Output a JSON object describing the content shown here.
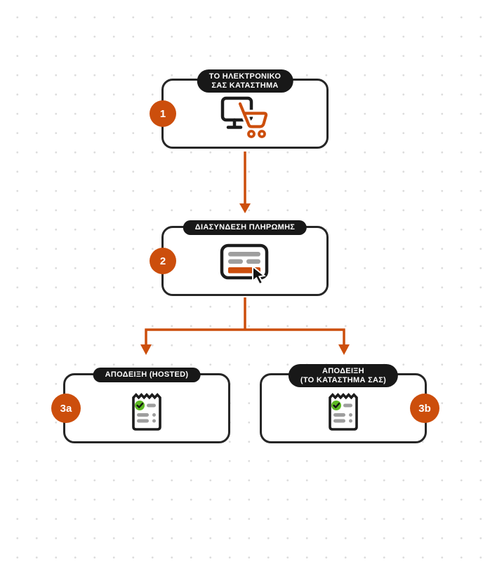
{
  "diagram": {
    "colors": {
      "accent_orange": "#CC4E0C",
      "node_border": "#262626",
      "label_pill_bg": "#181818",
      "label_text": "#FFFFFF",
      "success_green": "#5CB823",
      "bar_gray": "#9E9E9E",
      "grid_dot": "#DCDCDC"
    },
    "nodes": {
      "store": {
        "step": "1",
        "label_line1": "ΤΟ ΗΛΕΚΤΡΟΝΙΚΟ",
        "label_line2": "ΣΑΣ ΚΑΤΑΣΤΗΜΑ",
        "icon": "monitor-shopping-cart-icon"
      },
      "payment": {
        "step": "2",
        "label_line1": "ΔΙΑΣΥΝΔΕΣΗ ΠΛΗΡΩΜΗΣ",
        "icon": "payment-form-cursor-icon"
      },
      "receipt_hosted": {
        "step": "3a",
        "label_line1": "ΑΠΟΔΕΙΞΗ (HOSTED)",
        "icon": "receipt-check-icon"
      },
      "receipt_store": {
        "step": "3b",
        "label_line1": "ΑΠΟΔΕΙΞΗ",
        "label_line2": "(ΤΟ ΚΑΤΑΣΤΗΜΑ ΣΑΣ)",
        "icon": "receipt-check-icon"
      }
    }
  }
}
